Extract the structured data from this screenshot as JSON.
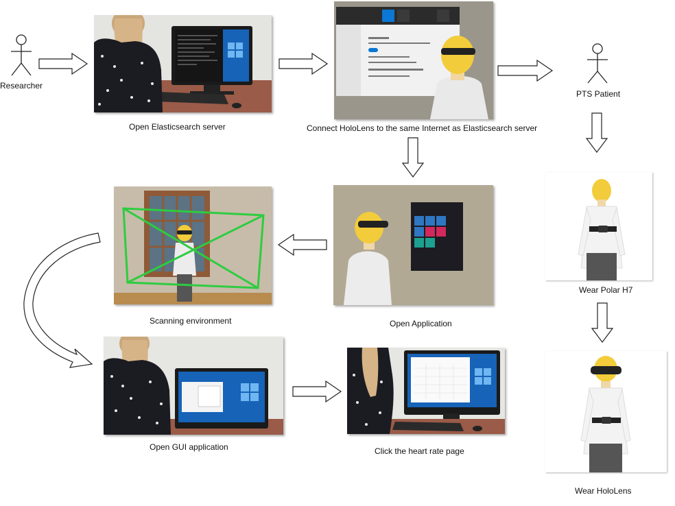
{
  "actors": {
    "researcher": "Researcher",
    "patient": "PTS Patient"
  },
  "steps": {
    "open_es": "Open Elasticsearch server",
    "connect": "Connect HoloLens to the same Internet as Elasticsearch server",
    "open_app": "Open Application",
    "scanning": "Scanning environment",
    "open_gui": "Open GUI application",
    "heart_rate": "Click the heart rate page",
    "wear_polar": "Wear Polar H7",
    "wear_hololens": "Wear HoloLens"
  },
  "colors": {
    "scan_frame": "#2ecc40",
    "visor": "#222222",
    "hair": "#f2cc3a"
  }
}
